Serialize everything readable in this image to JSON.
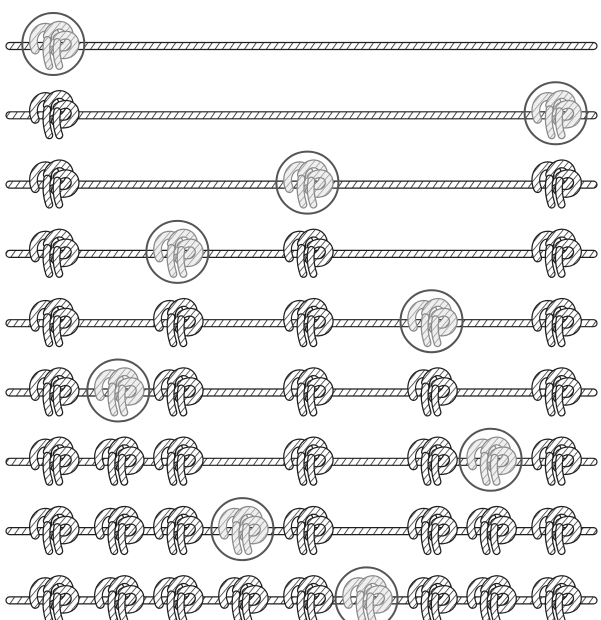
{
  "diagram": {
    "rope_color": "#1f1f1f",
    "rope_fill": "#ffffff",
    "knot_color": "#1f1f1f",
    "knot_fill": "#ffffff",
    "highlight_color": "#555555",
    "highlight_fill": "#e9e9e9",
    "knot_type": "overhand-knot",
    "rows": [
      {
        "knots": [
          0.08
        ],
        "highlight": 0.08
      },
      {
        "knots": [
          0.08,
          0.93
        ],
        "highlight": 0.93
      },
      {
        "knots": [
          0.08,
          0.51,
          0.93
        ],
        "highlight": 0.51
      },
      {
        "knots": [
          0.08,
          0.29,
          0.51,
          0.93
        ],
        "highlight": 0.29
      },
      {
        "knots": [
          0.08,
          0.29,
          0.51,
          0.72,
          0.93
        ],
        "highlight": 0.72
      },
      {
        "knots": [
          0.08,
          0.19,
          0.29,
          0.51,
          0.72,
          0.93
        ],
        "highlight": 0.19
      },
      {
        "knots": [
          0.08,
          0.19,
          0.29,
          0.51,
          0.72,
          0.82,
          0.93
        ],
        "highlight": 0.82
      },
      {
        "knots": [
          0.08,
          0.19,
          0.29,
          0.4,
          0.51,
          0.72,
          0.82,
          0.93
        ],
        "highlight": 0.4
      },
      {
        "knots": [
          0.08,
          0.19,
          0.29,
          0.4,
          0.51,
          0.61,
          0.72,
          0.82,
          0.93
        ],
        "highlight": 0.61
      }
    ]
  }
}
